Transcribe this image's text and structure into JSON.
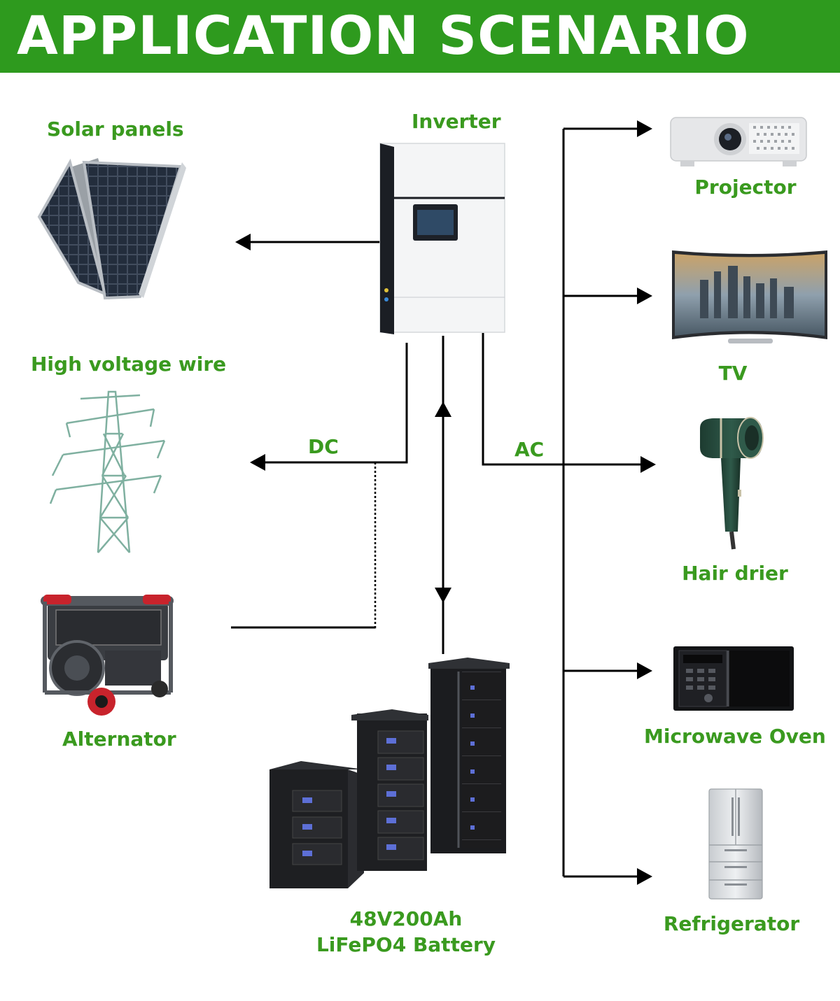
{
  "header": {
    "title": "APPLICATION SCENARIO"
  },
  "sources": {
    "solar": "Solar panels",
    "grid": "High voltage wire",
    "alternator": "Alternator"
  },
  "center": {
    "inverter": "Inverter",
    "battery_line1": "48V200Ah",
    "battery_line2": "LiFePO4 Battery"
  },
  "links": {
    "dc": "DC",
    "ac": "AC"
  },
  "loads": {
    "projector": "Projector",
    "tv": "TV",
    "hair_drier": "Hair drier",
    "microwave": "Microwave Oven",
    "refrigerator": "Refrigerator"
  },
  "colors": {
    "accent": "#2e9a1e",
    "label": "#3a9a1f"
  }
}
